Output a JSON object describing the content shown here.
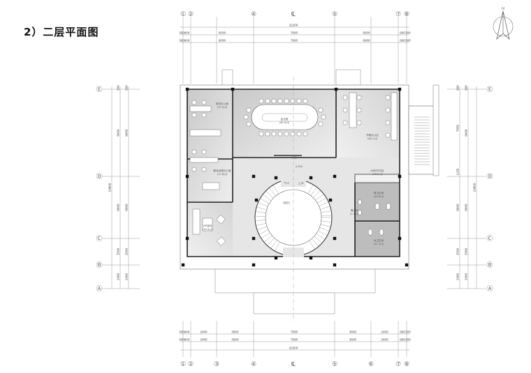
{
  "title": "2）二层平面图",
  "compass_label": "N",
  "centerline_symbol": "℄",
  "axes_x": [
    "①",
    "②",
    "③",
    "④",
    "⑤",
    "⑥",
    "⑦",
    "⑧"
  ],
  "axes_y": [
    "Ⓐ",
    "Ⓑ",
    "Ⓒ",
    "Ⓓ",
    "Ⓔ"
  ],
  "top_dims": {
    "total": "22200",
    "row1": [
      "300",
      "900",
      "6000",
      "7800",
      "6000",
      "900",
      "300"
    ],
    "row2": [
      "300",
      "900",
      "6000",
      "7800",
      "6000",
      "900",
      "300"
    ]
  },
  "bottom_dims": {
    "total": "22200",
    "row1": [
      "300",
      "900",
      "2400",
      "3600",
      "7800",
      "3600",
      "2400",
      "900",
      "300"
    ],
    "row2": [
      "300",
      "900",
      "2400",
      "3600",
      "7800",
      "3600",
      "2400",
      "900",
      "300"
    ]
  },
  "left_dims": {
    "total": "19600",
    "row1": [
      "300",
      "8400",
      "6000",
      "2500",
      "2400"
    ],
    "row2": [
      "300",
      "8400",
      "6000",
      "2500",
      "2400"
    ]
  },
  "right_dims": {
    "total": "19600",
    "row1": [
      "300",
      "7050",
      "1150",
      "6000",
      "2500",
      "2400"
    ],
    "row2": [
      "300",
      "8400",
      "6000",
      "2500",
      "2400"
    ]
  },
  "rooms": {
    "finance": {
      "name": "财务办公室",
      "area": "(27.5㎡)"
    },
    "meeting": {
      "name": "会议室",
      "area": "(61.9㎡)"
    },
    "open_office": {
      "name": "开敞办公区",
      "area": "(48.7㎡)"
    },
    "manager": {
      "name": "副总经理办公室",
      "area": "(27.8㎡)"
    },
    "vip": {
      "name": "VIP接待",
      "area": "(20.9㎡)"
    },
    "lobby": {
      "name": "前室",
      "level": "4.200"
    },
    "void": {
      "name": "(挑空)"
    },
    "stair_up": "下1F",
    "stair_dn": "上3F",
    "bar": {
      "name": "水吧/打印区",
      "area": "(10.9㎡)"
    },
    "men": {
      "name": "男卫生间",
      "area": "(10.9㎡)"
    },
    "women": {
      "name": "女卫生间",
      "area": "(11.7㎡)"
    },
    "janitor": {
      "name": "清洁间",
      "area": "(1.9㎡)"
    }
  },
  "colors": {
    "room_gray": "#cfcfcf",
    "light_gray": "#e4e4e4",
    "wall": "#222222",
    "toilet_gray": "#b9b9b9"
  }
}
